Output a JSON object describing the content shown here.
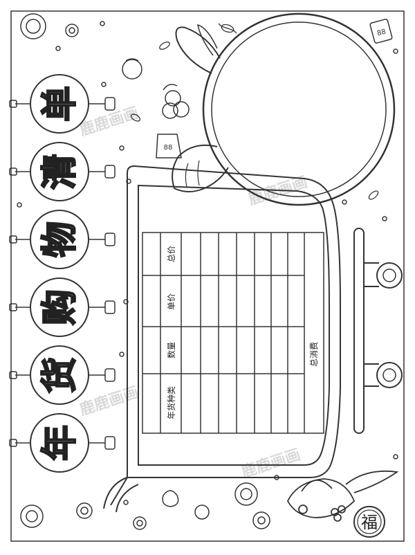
{
  "title_characters": [
    "年",
    "货",
    "购",
    "物",
    "清",
    "单"
  ],
  "table": {
    "headers": [
      "年货种类",
      "数量",
      "单价",
      "总价"
    ],
    "total_label": "总消费"
  },
  "badges": {
    "fu": "福",
    "bag_mark": "88",
    "ticket_mark": "88"
  },
  "watermark": "鹿鹿画画",
  "colors": {
    "line": "#333333",
    "paper": "#ffffff",
    "watermark": "#d9d9d9"
  }
}
